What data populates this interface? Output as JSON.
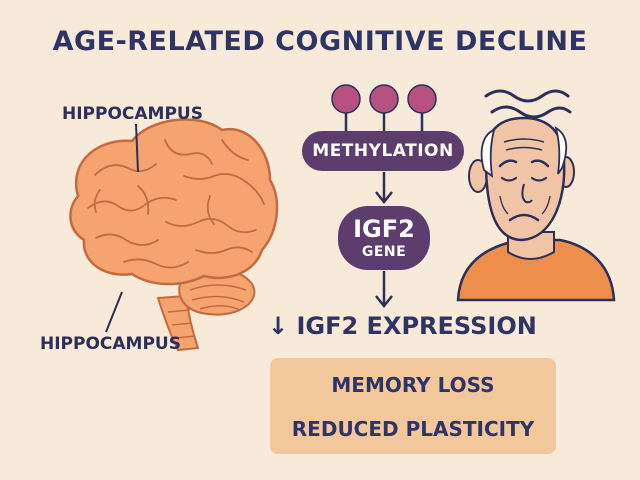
{
  "title": "AGE-RELATED COGNITIVE DECLINE",
  "brain": {
    "label_top": "HIPPOCAMPUS",
    "label_bottom": "HIPPOCAMPUS"
  },
  "pathway": {
    "methylation": "METHYLATION",
    "gene_name": "IGF2",
    "gene_sub": "GENE",
    "expression": "↓ IGF2 EXPRESSION"
  },
  "effects": [
    "MEMORY LOSS",
    "REDUCED PLASTICITY"
  ],
  "colors": {
    "background": "#f8ead8",
    "title": "#2e3566",
    "pill": "#5d3c6e",
    "methyl_dot": "#b5507f",
    "brain": "#f5a470",
    "effects_box": "#f2c79c",
    "shirt": "#ed8e4c"
  },
  "icons": [
    "brain-icon",
    "elderly-man-icon",
    "methyl-group-icon",
    "arrow-down-icon",
    "confusion-waves-icon"
  ]
}
